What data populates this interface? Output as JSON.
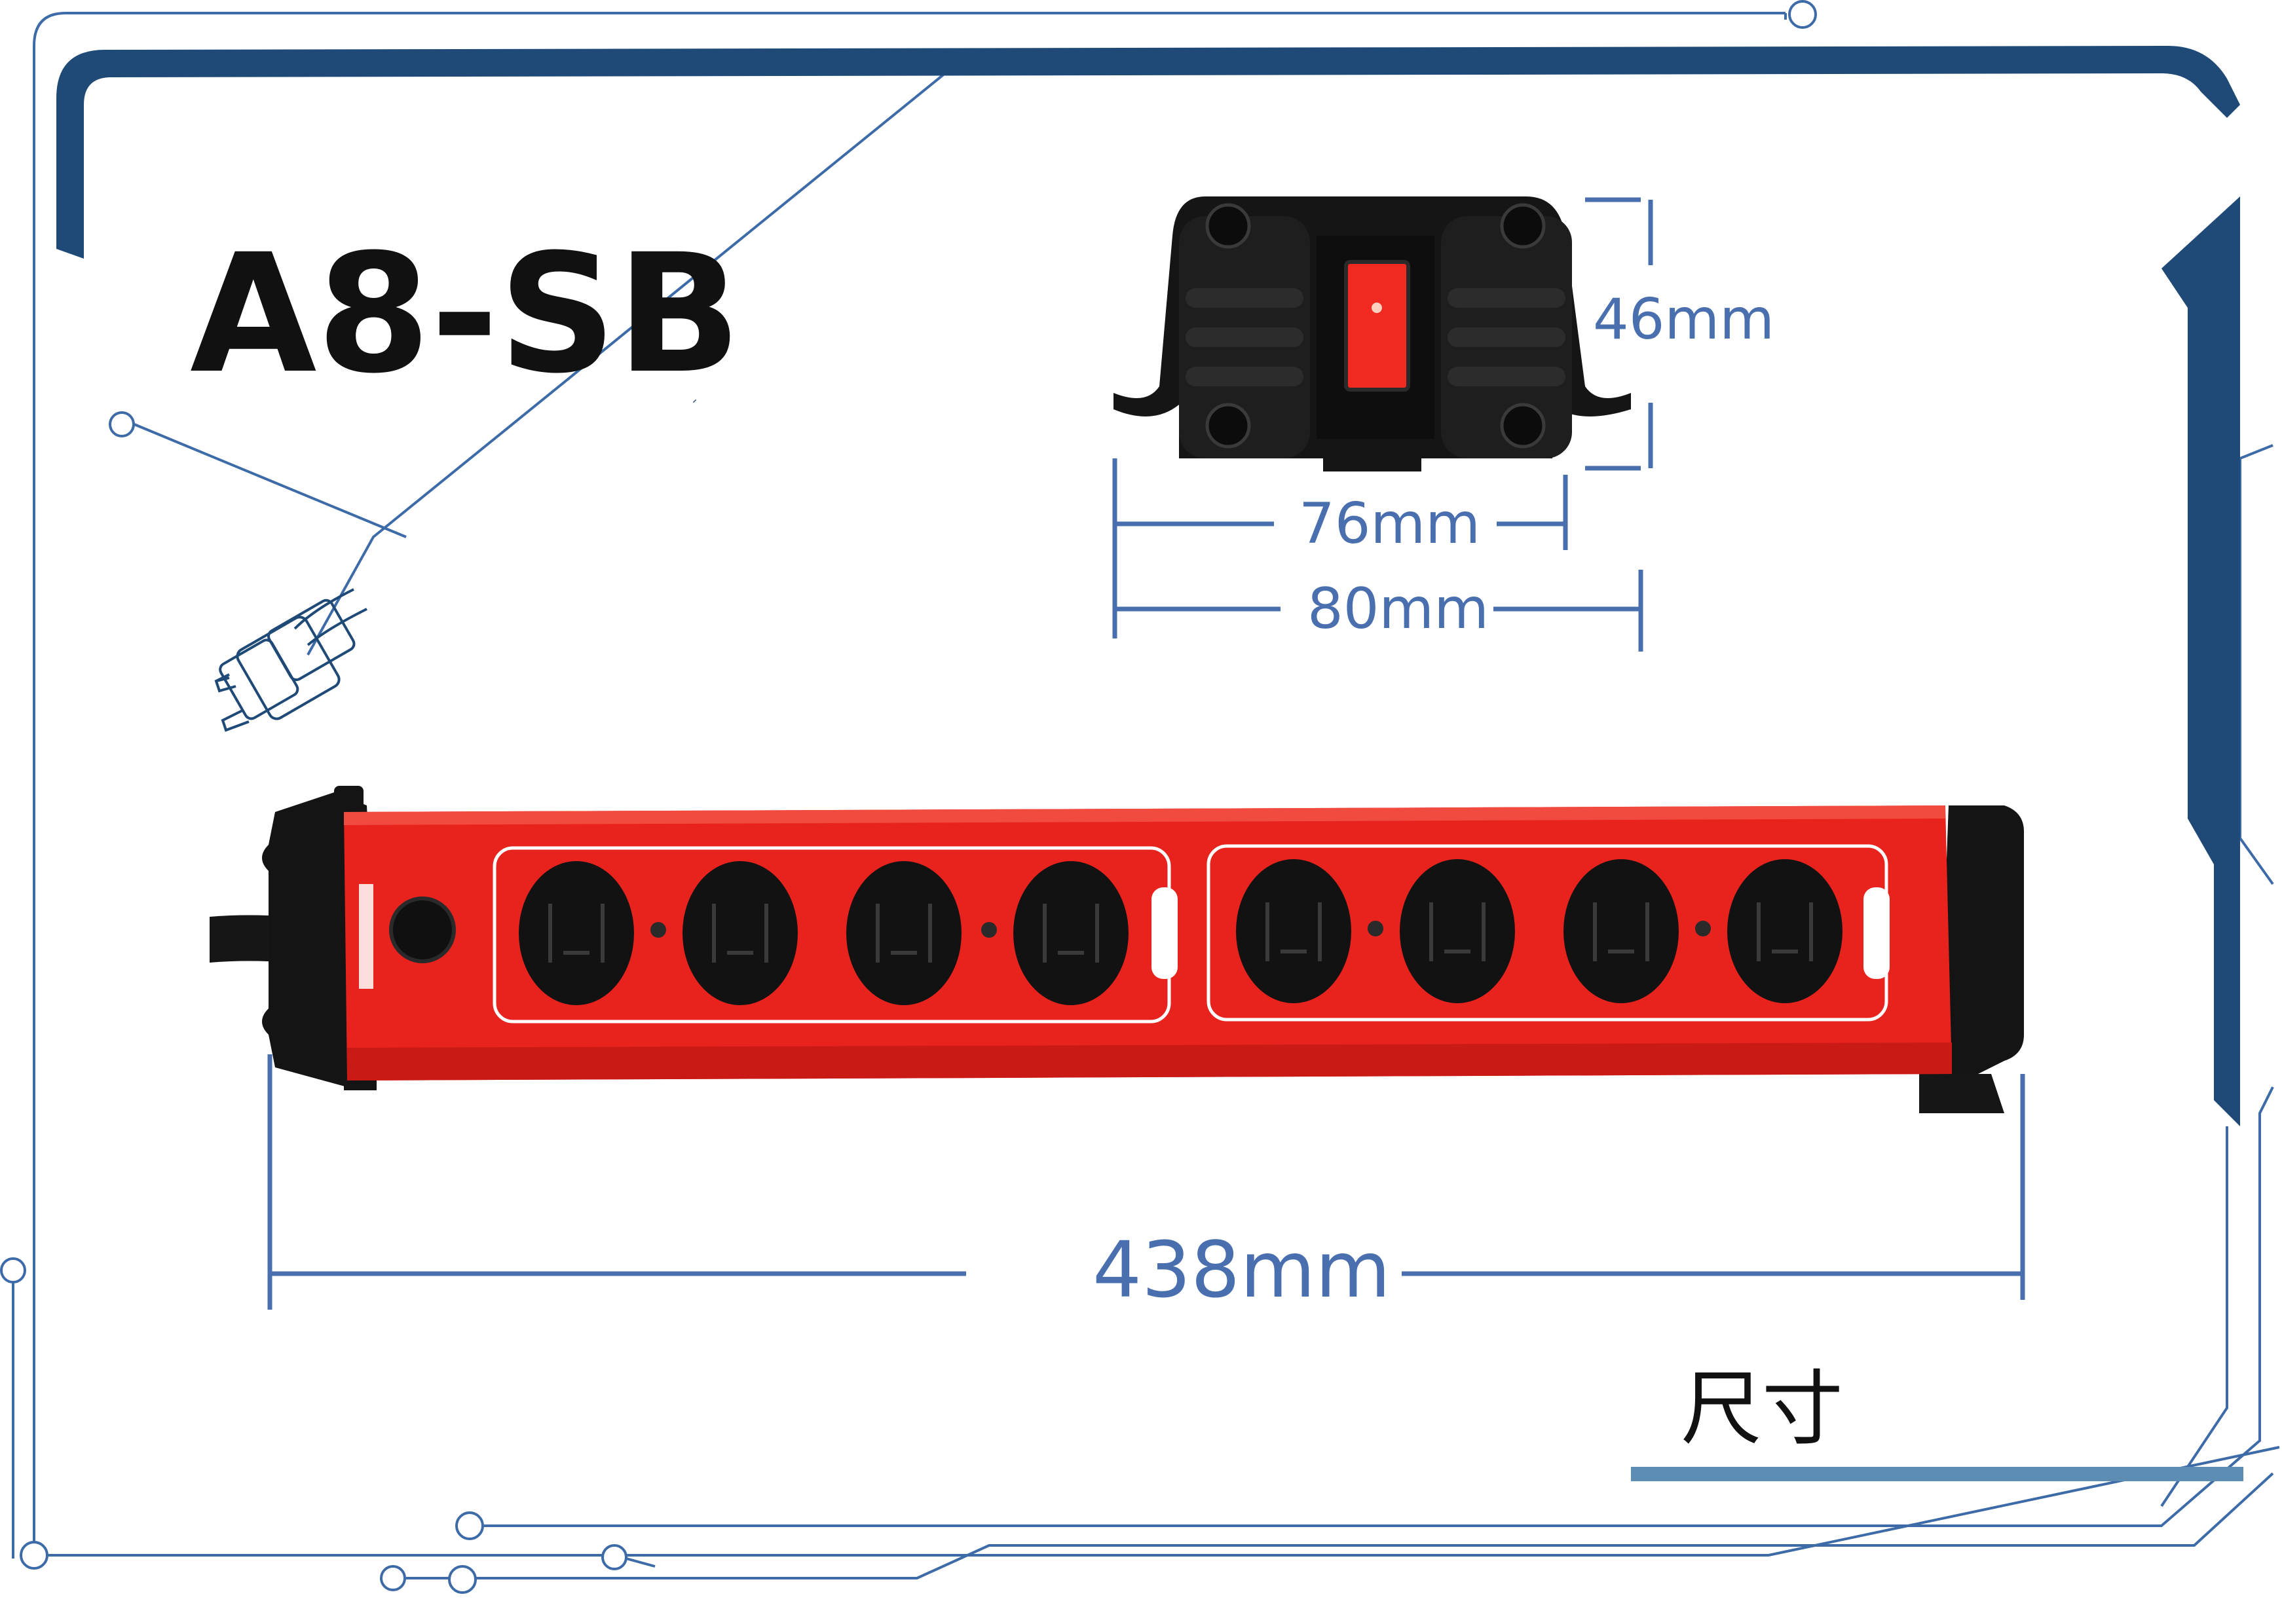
{
  "model_name": "A8-SB",
  "dimensions": {
    "height": "46mm",
    "inner_width": "76mm",
    "outer_width": "80mm",
    "length": "438mm"
  },
  "section_label": "尺寸",
  "product": {
    "outlet_count": 8,
    "switch_count": 1
  },
  "colors": {
    "frame_blue": "#1f4a78",
    "line_blue": "#4a6fae",
    "accent_bar": "#5d8db3",
    "product_red": "#e8231d",
    "product_black": "#151515",
    "switch_red": "#f02a20"
  }
}
